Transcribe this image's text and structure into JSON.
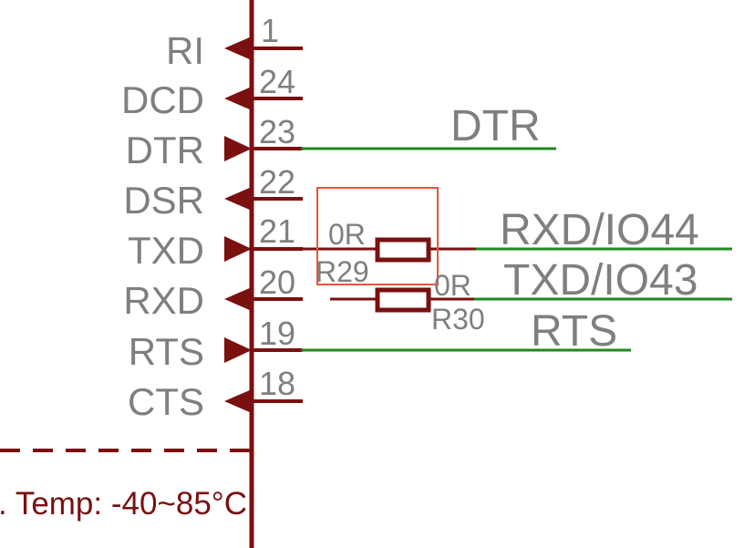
{
  "colors": {
    "background": "#ffffff",
    "pin": "#7a1010",
    "net": "#1f8a1f",
    "label_gray": "#7f7f7f",
    "highlight_box": "#e8553c",
    "note_text": "#7a1010"
  },
  "pins": [
    {
      "signal": "RI",
      "number": "1",
      "direction": "in"
    },
    {
      "signal": "DCD",
      "number": "24",
      "direction": "in"
    },
    {
      "signal": "DTR",
      "number": "23",
      "direction": "out"
    },
    {
      "signal": "DSR",
      "number": "22",
      "direction": "in"
    },
    {
      "signal": "TXD",
      "number": "21",
      "direction": "out"
    },
    {
      "signal": "RXD",
      "number": "20",
      "direction": "in"
    },
    {
      "signal": "RTS",
      "number": "19",
      "direction": "out"
    },
    {
      "signal": "CTS",
      "number": "18",
      "direction": "in"
    }
  ],
  "nets": {
    "dtr": "DTR",
    "rxd_io44": "RXD/IO44",
    "txd_io43": "TXD/IO43",
    "rts": "RTS"
  },
  "resistors": {
    "r29": {
      "designator": "R29",
      "value": "0R"
    },
    "r30": {
      "designator": "R30",
      "value": "0R"
    }
  },
  "note": {
    "temp": ". Temp: -40~85°C"
  }
}
